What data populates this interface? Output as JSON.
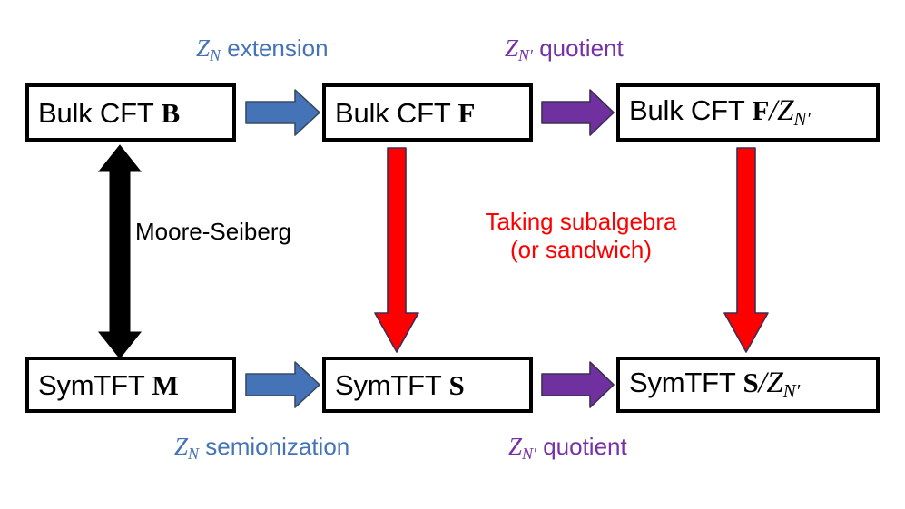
{
  "diagram": {
    "title": "SymTFT / Bulk CFT commutative diagram",
    "colors": {
      "blue": "#4573B8",
      "purple": "#7631A8",
      "red": "#FF0000",
      "black": "#000000",
      "box_border": "#000000",
      "background": "#FFFFFF"
    },
    "nodes": [
      {
        "id": "bulk-cft-b",
        "name": "bulk-cft-b-box",
        "text": "Bulk CFT B",
        "prefix": "Bulk CFT ",
        "bold_symbol": "B",
        "quotient": "",
        "quotient_sub": "",
        "row": "top",
        "column": "left"
      },
      {
        "id": "bulk-cft-f",
        "name": "bulk-cft-f-box",
        "text": "Bulk CFT F",
        "prefix": "Bulk CFT ",
        "bold_symbol": "F",
        "quotient": "",
        "quotient_sub": "",
        "row": "top",
        "column": "middle"
      },
      {
        "id": "bulk-cft-f-quotient",
        "name": "bulk-cft-f-quotient-box",
        "text": "Bulk CFT F/Z_{N'}",
        "prefix": "Bulk CFT ",
        "bold_symbol": "F",
        "quotient": "/Z",
        "quotient_sub": "N′",
        "row": "top",
        "column": "right"
      },
      {
        "id": "symtft-m",
        "name": "symtft-m-box",
        "text": "SymTFT M",
        "prefix": "SymTFT ",
        "bold_symbol": "M",
        "quotient": "",
        "quotient_sub": "",
        "row": "bottom",
        "column": "left"
      },
      {
        "id": "symtft-s",
        "name": "symtft-s-box",
        "text": "SymTFT S",
        "prefix": "SymTFT ",
        "bold_symbol": "S",
        "quotient": "",
        "quotient_sub": "",
        "row": "bottom",
        "column": "middle"
      },
      {
        "id": "symtft-s-quotient",
        "name": "symtft-s-quotient-box",
        "text": "SymTFT S/Z_{N'}",
        "prefix": "SymTFT ",
        "bold_symbol": "S",
        "quotient": "/Z",
        "quotient_sub": "N′",
        "row": "bottom",
        "column": "right"
      }
    ],
    "labels": [
      {
        "id": "top-left-label",
        "name": "label-zn-extension",
        "z": "Z",
        "sub": "N",
        "rest": " extension",
        "color": "blue",
        "from": "bulk-cft-b",
        "to": "bulk-cft-f"
      },
      {
        "id": "top-right-label",
        "name": "label-zn-prime-quotient-top",
        "z": "Z",
        "sub": "N′",
        "rest": " quotient",
        "color": "purple",
        "from": "bulk-cft-f",
        "to": "bulk-cft-f-quotient"
      },
      {
        "id": "bottom-left-label",
        "name": "label-zn-semionization",
        "z": "Z",
        "sub": "N",
        "rest": " semionization",
        "color": "blue",
        "from": "symtft-m",
        "to": "symtft-s"
      },
      {
        "id": "bottom-right-label",
        "name": "label-zn-prime-quotient-bottom",
        "z": "Z",
        "sub": "N′",
        "rest": " quotient",
        "color": "purple",
        "from": "symtft-s",
        "to": "symtft-s-quotient"
      },
      {
        "id": "moore-seiberg-label",
        "name": "label-moore-seiberg",
        "z": "",
        "sub": "",
        "rest": "Moore-Seiberg",
        "color": "black",
        "from": "bulk-cft-b",
        "to": "symtft-m"
      }
    ],
    "red_note": {
      "name": "label-taking-subalgebra",
      "line1": "Taking subalgebra",
      "line2": "(or sandwich)",
      "color": "#FF0000"
    },
    "arrows": [
      {
        "id": "arrow-b-to-f",
        "name": "blue-arrow-b-to-f",
        "kind": "block-arrow-right",
        "color": "blue",
        "from": "bulk-cft-b",
        "to": "bulk-cft-f"
      },
      {
        "id": "arrow-f-to-fq",
        "name": "purple-arrow-f-to-f-quotient",
        "kind": "block-arrow-right",
        "color": "purple",
        "from": "bulk-cft-f",
        "to": "bulk-cft-f-quotient"
      },
      {
        "id": "arrow-m-to-s",
        "name": "blue-arrow-m-to-s",
        "kind": "block-arrow-right",
        "color": "blue",
        "from": "symtft-m",
        "to": "symtft-s"
      },
      {
        "id": "arrow-s-to-sq",
        "name": "purple-arrow-s-to-s-quotient",
        "kind": "block-arrow-right",
        "color": "purple",
        "from": "symtft-s",
        "to": "symtft-s-quotient"
      },
      {
        "id": "arrow-b-m",
        "name": "black-double-arrow-b-m",
        "kind": "double-arrow-vertical",
        "color": "black",
        "from": "bulk-cft-b",
        "to": "symtft-m"
      },
      {
        "id": "arrow-f-s",
        "name": "red-arrow-f-to-s",
        "kind": "arrow-down",
        "color": "red",
        "from": "bulk-cft-f",
        "to": "symtft-s"
      },
      {
        "id": "arrow-fq-sq",
        "name": "red-arrow-f-quotient-to-s-quotient",
        "kind": "arrow-down",
        "color": "red",
        "from": "bulk-cft-f-quotient",
        "to": "symtft-s-quotient"
      }
    ]
  }
}
